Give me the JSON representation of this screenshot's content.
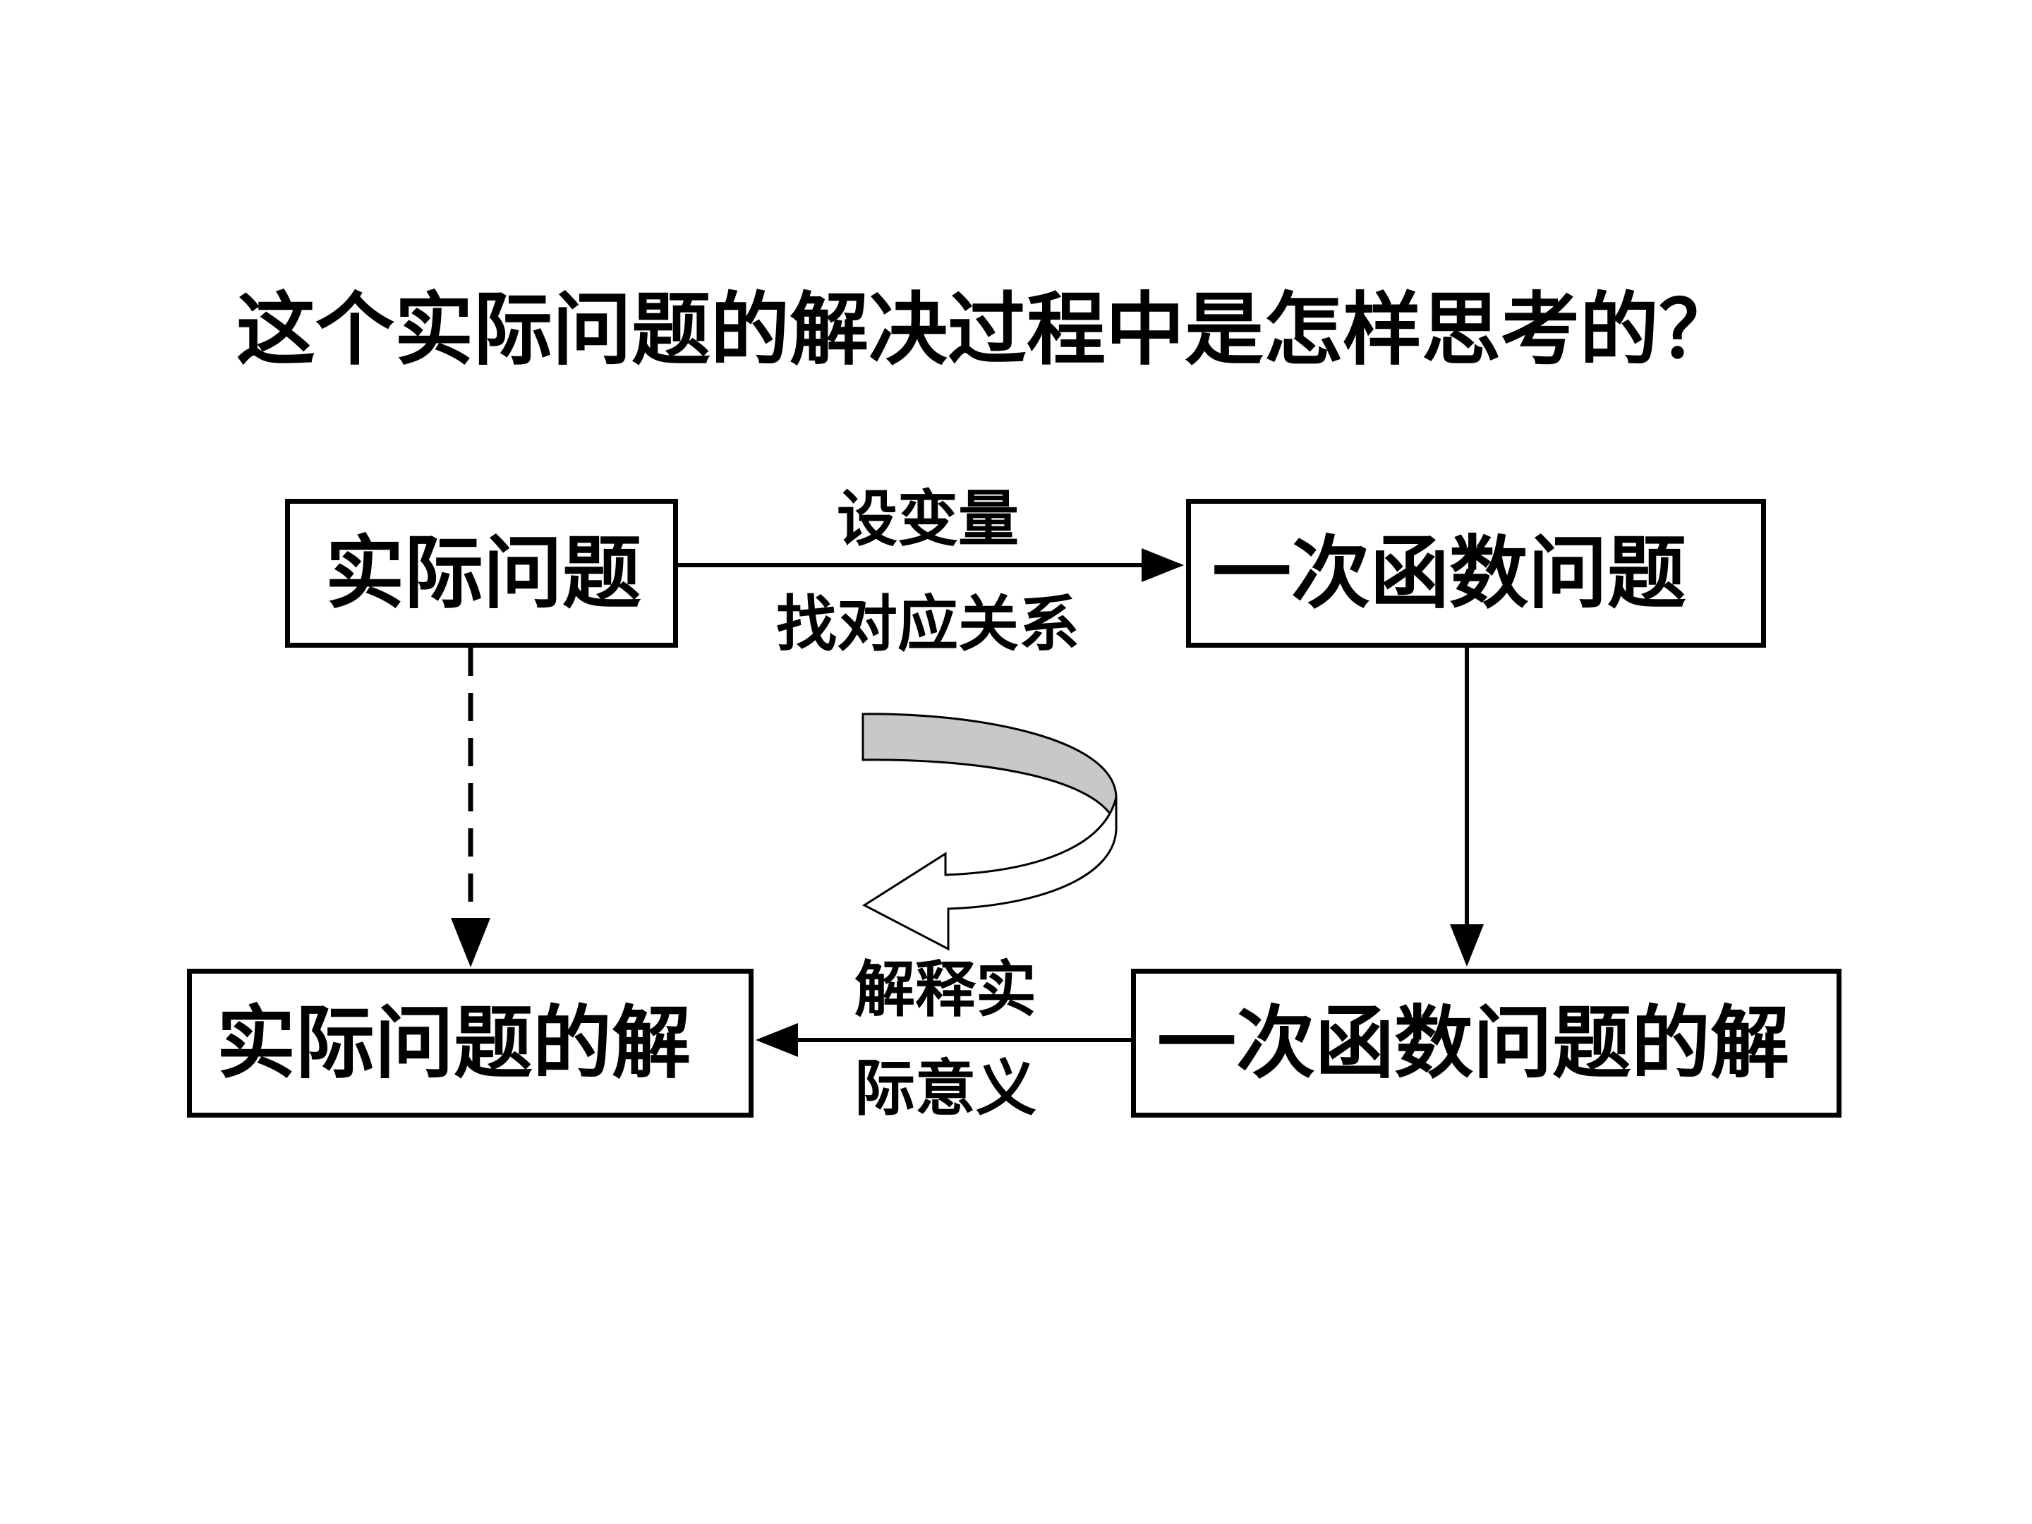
{
  "title": "这个实际问题的解决过程中是怎样思考的？",
  "nodes": {
    "top_left": "实际问题",
    "top_right": "一次函数问题",
    "bottom_left": "实际问题的解",
    "bottom_right": "一次函数问题的解"
  },
  "edges": {
    "top": {
      "line1": "设变量",
      "line2": "找对应关系"
    },
    "bottom": {
      "line1": "解释实",
      "line2": "际意义"
    }
  },
  "colors": {
    "stroke": "#000000",
    "curved_arrow_fill": "#c8c8c8",
    "background": "#ffffff"
  }
}
